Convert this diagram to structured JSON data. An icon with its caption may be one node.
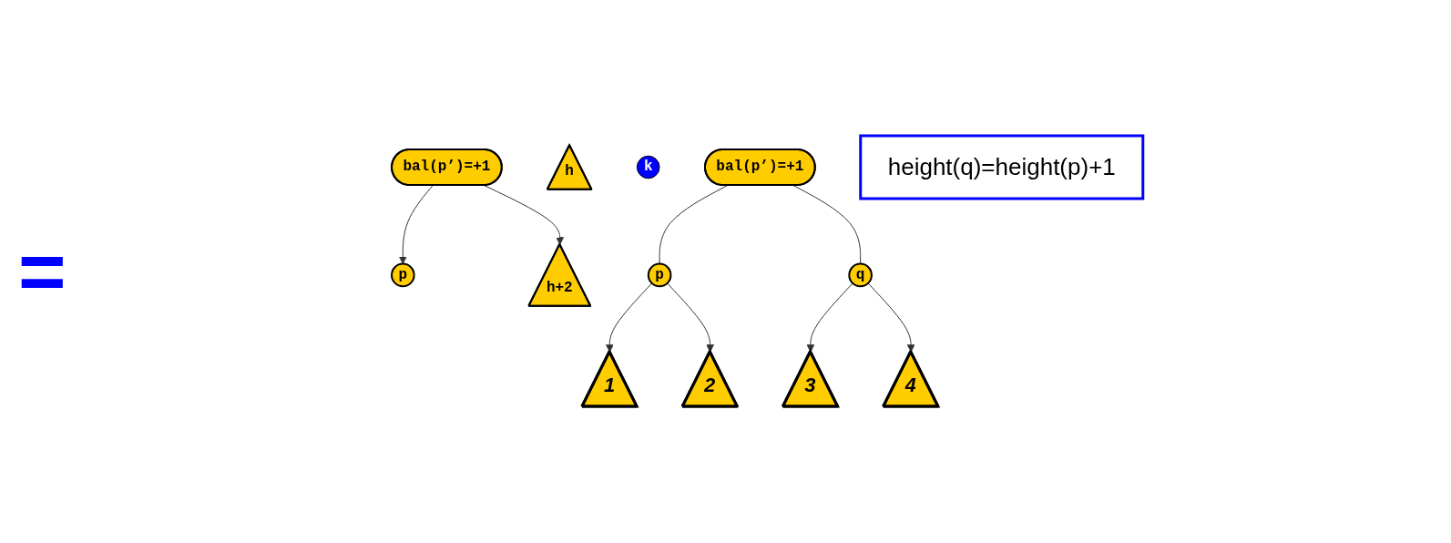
{
  "diagram": {
    "nodes": [
      {
        "text": [
          "bal(p’)=+1"
        ]
      },
      {
        "text": [
          "p"
        ]
      },
      {
        "text": [
          "h"
        ]
      },
      {
        "text": [
          "k"
        ]
      },
      {
        "text": [
          "h+2"
        ]
      },
      {
        "text": [
          "bal(p’)=+1"
        ]
      },
      {
        "text": [
          "height(q)=height(p)+1"
        ]
      },
      {
        "text": [
          "p"
        ]
      },
      {
        "text": [
          "q"
        ]
      },
      {
        "text": [
          "1"
        ]
      },
      {
        "text": [
          "2"
        ]
      },
      {
        "text": [
          "3"
        ]
      },
      {
        "text": [
          "4"
        ]
      }
    ],
    "edges": [
      {
        "from": 0,
        "to": 1,
        "arrow": "to"
      },
      {
        "from": 0,
        "to": 4,
        "arrow": "to"
      },
      {
        "from": 5,
        "to": 7,
        "arrow": "none"
      },
      {
        "from": 5,
        "to": 8,
        "arrow": "none"
      },
      {
        "from": 7,
        "to": 9,
        "arrow": "to"
      },
      {
        "from": 7,
        "to": 10,
        "arrow": "to"
      },
      {
        "from": 8,
        "to": 11,
        "arrow": "to"
      },
      {
        "from": 8,
        "to": 12,
        "arrow": "to"
      }
    ],
    "labels": [
      "="
    ]
  }
}
